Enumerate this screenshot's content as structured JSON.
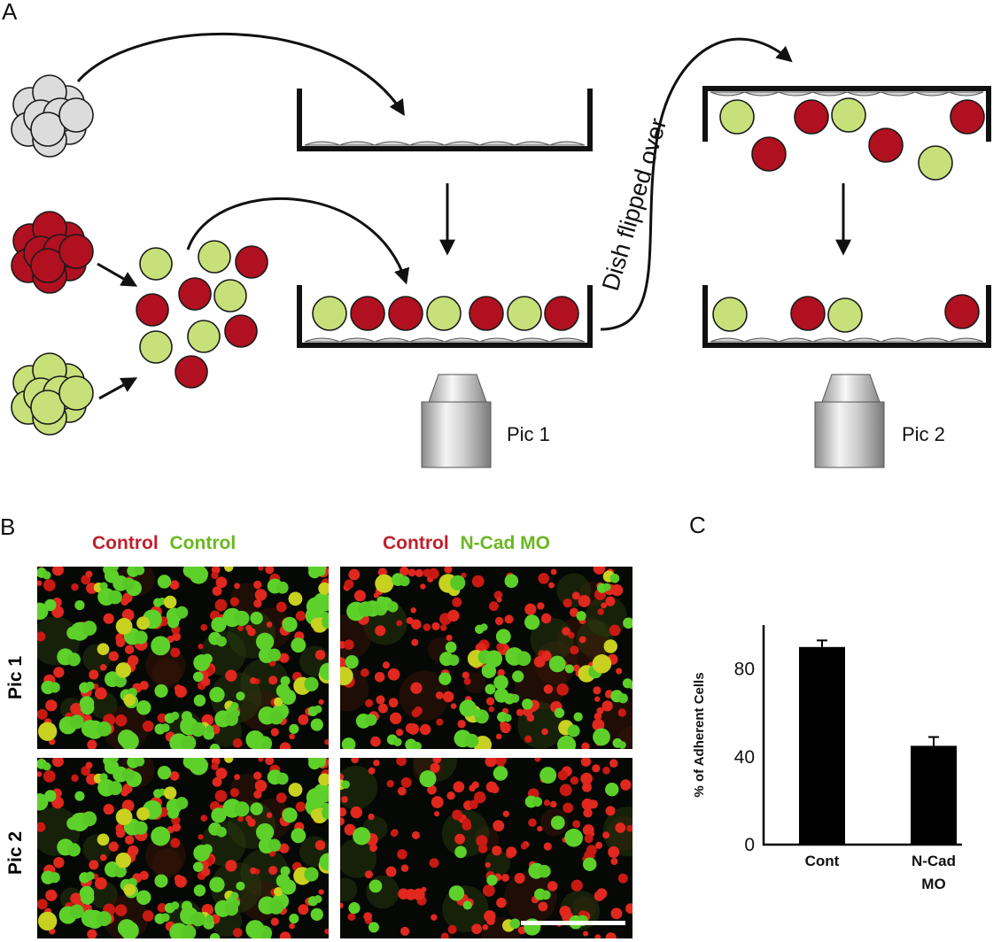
{
  "panel_a": {
    "label": "A",
    "flip_caption": "Dish flipped over",
    "pic1_label": "Pic 1",
    "pic2_label": "Pic 2"
  },
  "panel_b": {
    "label": "B",
    "left_header": {
      "red": "Control",
      "green": "Control"
    },
    "right_header": {
      "red": "Control",
      "green": "N-Cad MO"
    },
    "row_labels": [
      "Pic 1",
      "Pic 2"
    ]
  },
  "panel_c": {
    "label": "C"
  },
  "colors": {
    "red_cell": "#b01020",
    "green_cell": "#c8e07a",
    "grey_cell": "#dcdcdc",
    "header_red": "#c0202a",
    "header_green": "#6ab820",
    "micro_bg": "#050805",
    "bar_fill": "#000000"
  },
  "chart_data": {
    "type": "bar",
    "categories": [
      "Cont",
      "N-Cad MO"
    ],
    "values": [
      90,
      45
    ],
    "errors": [
      3,
      4
    ],
    "ylabel": "% of Adherent Cells",
    "ylim": [
      0,
      100
    ],
    "yticks": [
      0,
      40,
      80
    ],
    "grid": false
  }
}
